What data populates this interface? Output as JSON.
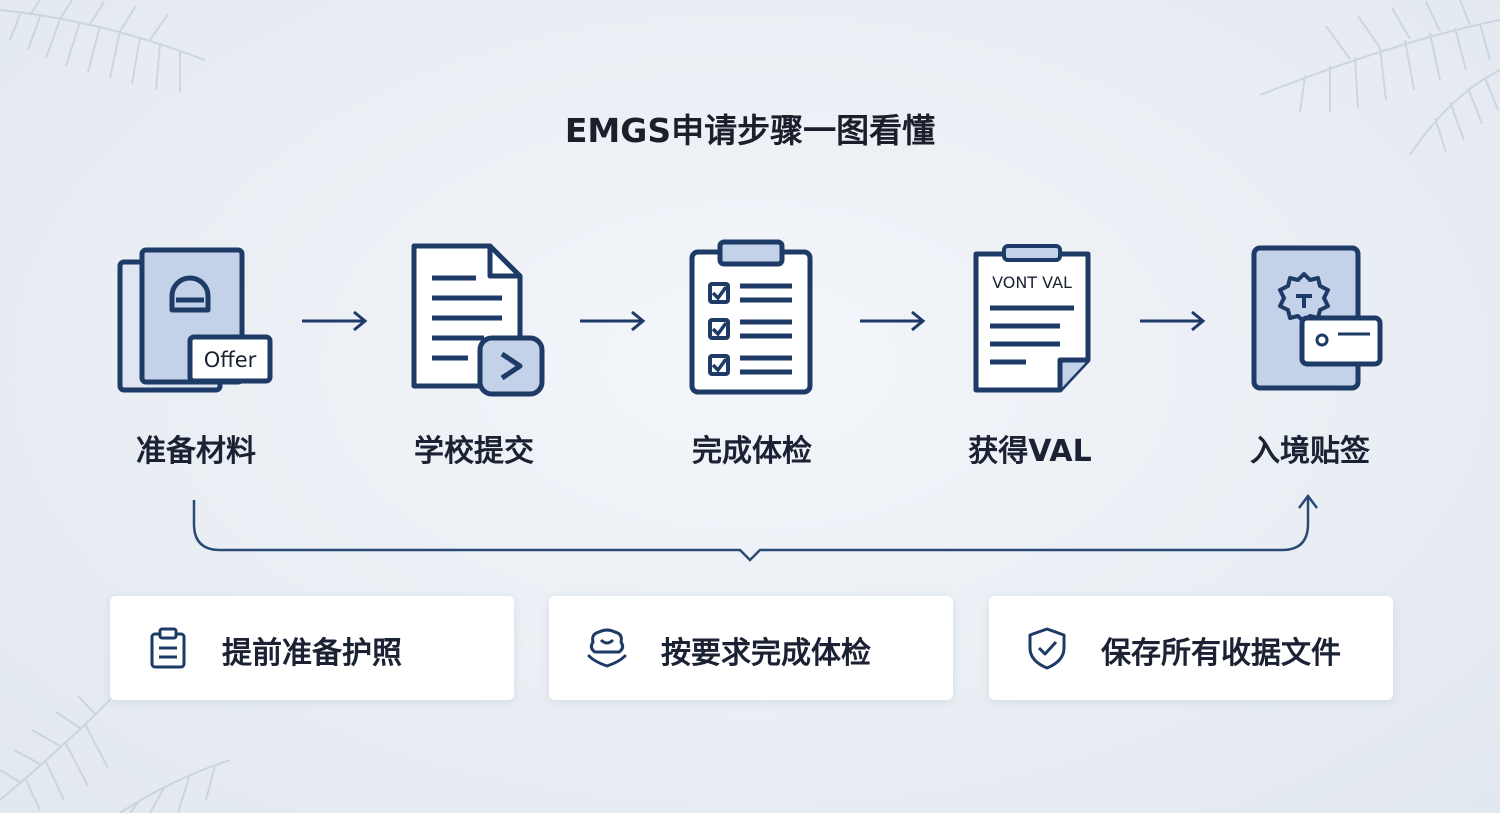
{
  "title": "EMGS申请步骤一图看懂",
  "steps": [
    {
      "label": "准备材料",
      "icon": "offer-document-icon",
      "icon_text": "Offer"
    },
    {
      "label": "学校提交",
      "icon": "submit-document-icon"
    },
    {
      "label": "完成体检",
      "icon": "checklist-clipboard-icon"
    },
    {
      "label": "获得VAL",
      "icon": "val-letter-icon",
      "icon_text": "VONT VAL"
    },
    {
      "label": "入境贴签",
      "icon": "passport-sticker-icon"
    }
  ],
  "tips": [
    {
      "label": "提前准备护照",
      "icon": "clipboard-icon"
    },
    {
      "label": "按要求完成体检",
      "icon": "health-check-icon"
    },
    {
      "label": "保存所有收据文件",
      "icon": "shield-check-icon"
    }
  ],
  "colors": {
    "background": "#e9eef4",
    "icon_stroke": "#1e3a66",
    "icon_fill": "#c3d2e8",
    "connector": "#2a4a75"
  }
}
